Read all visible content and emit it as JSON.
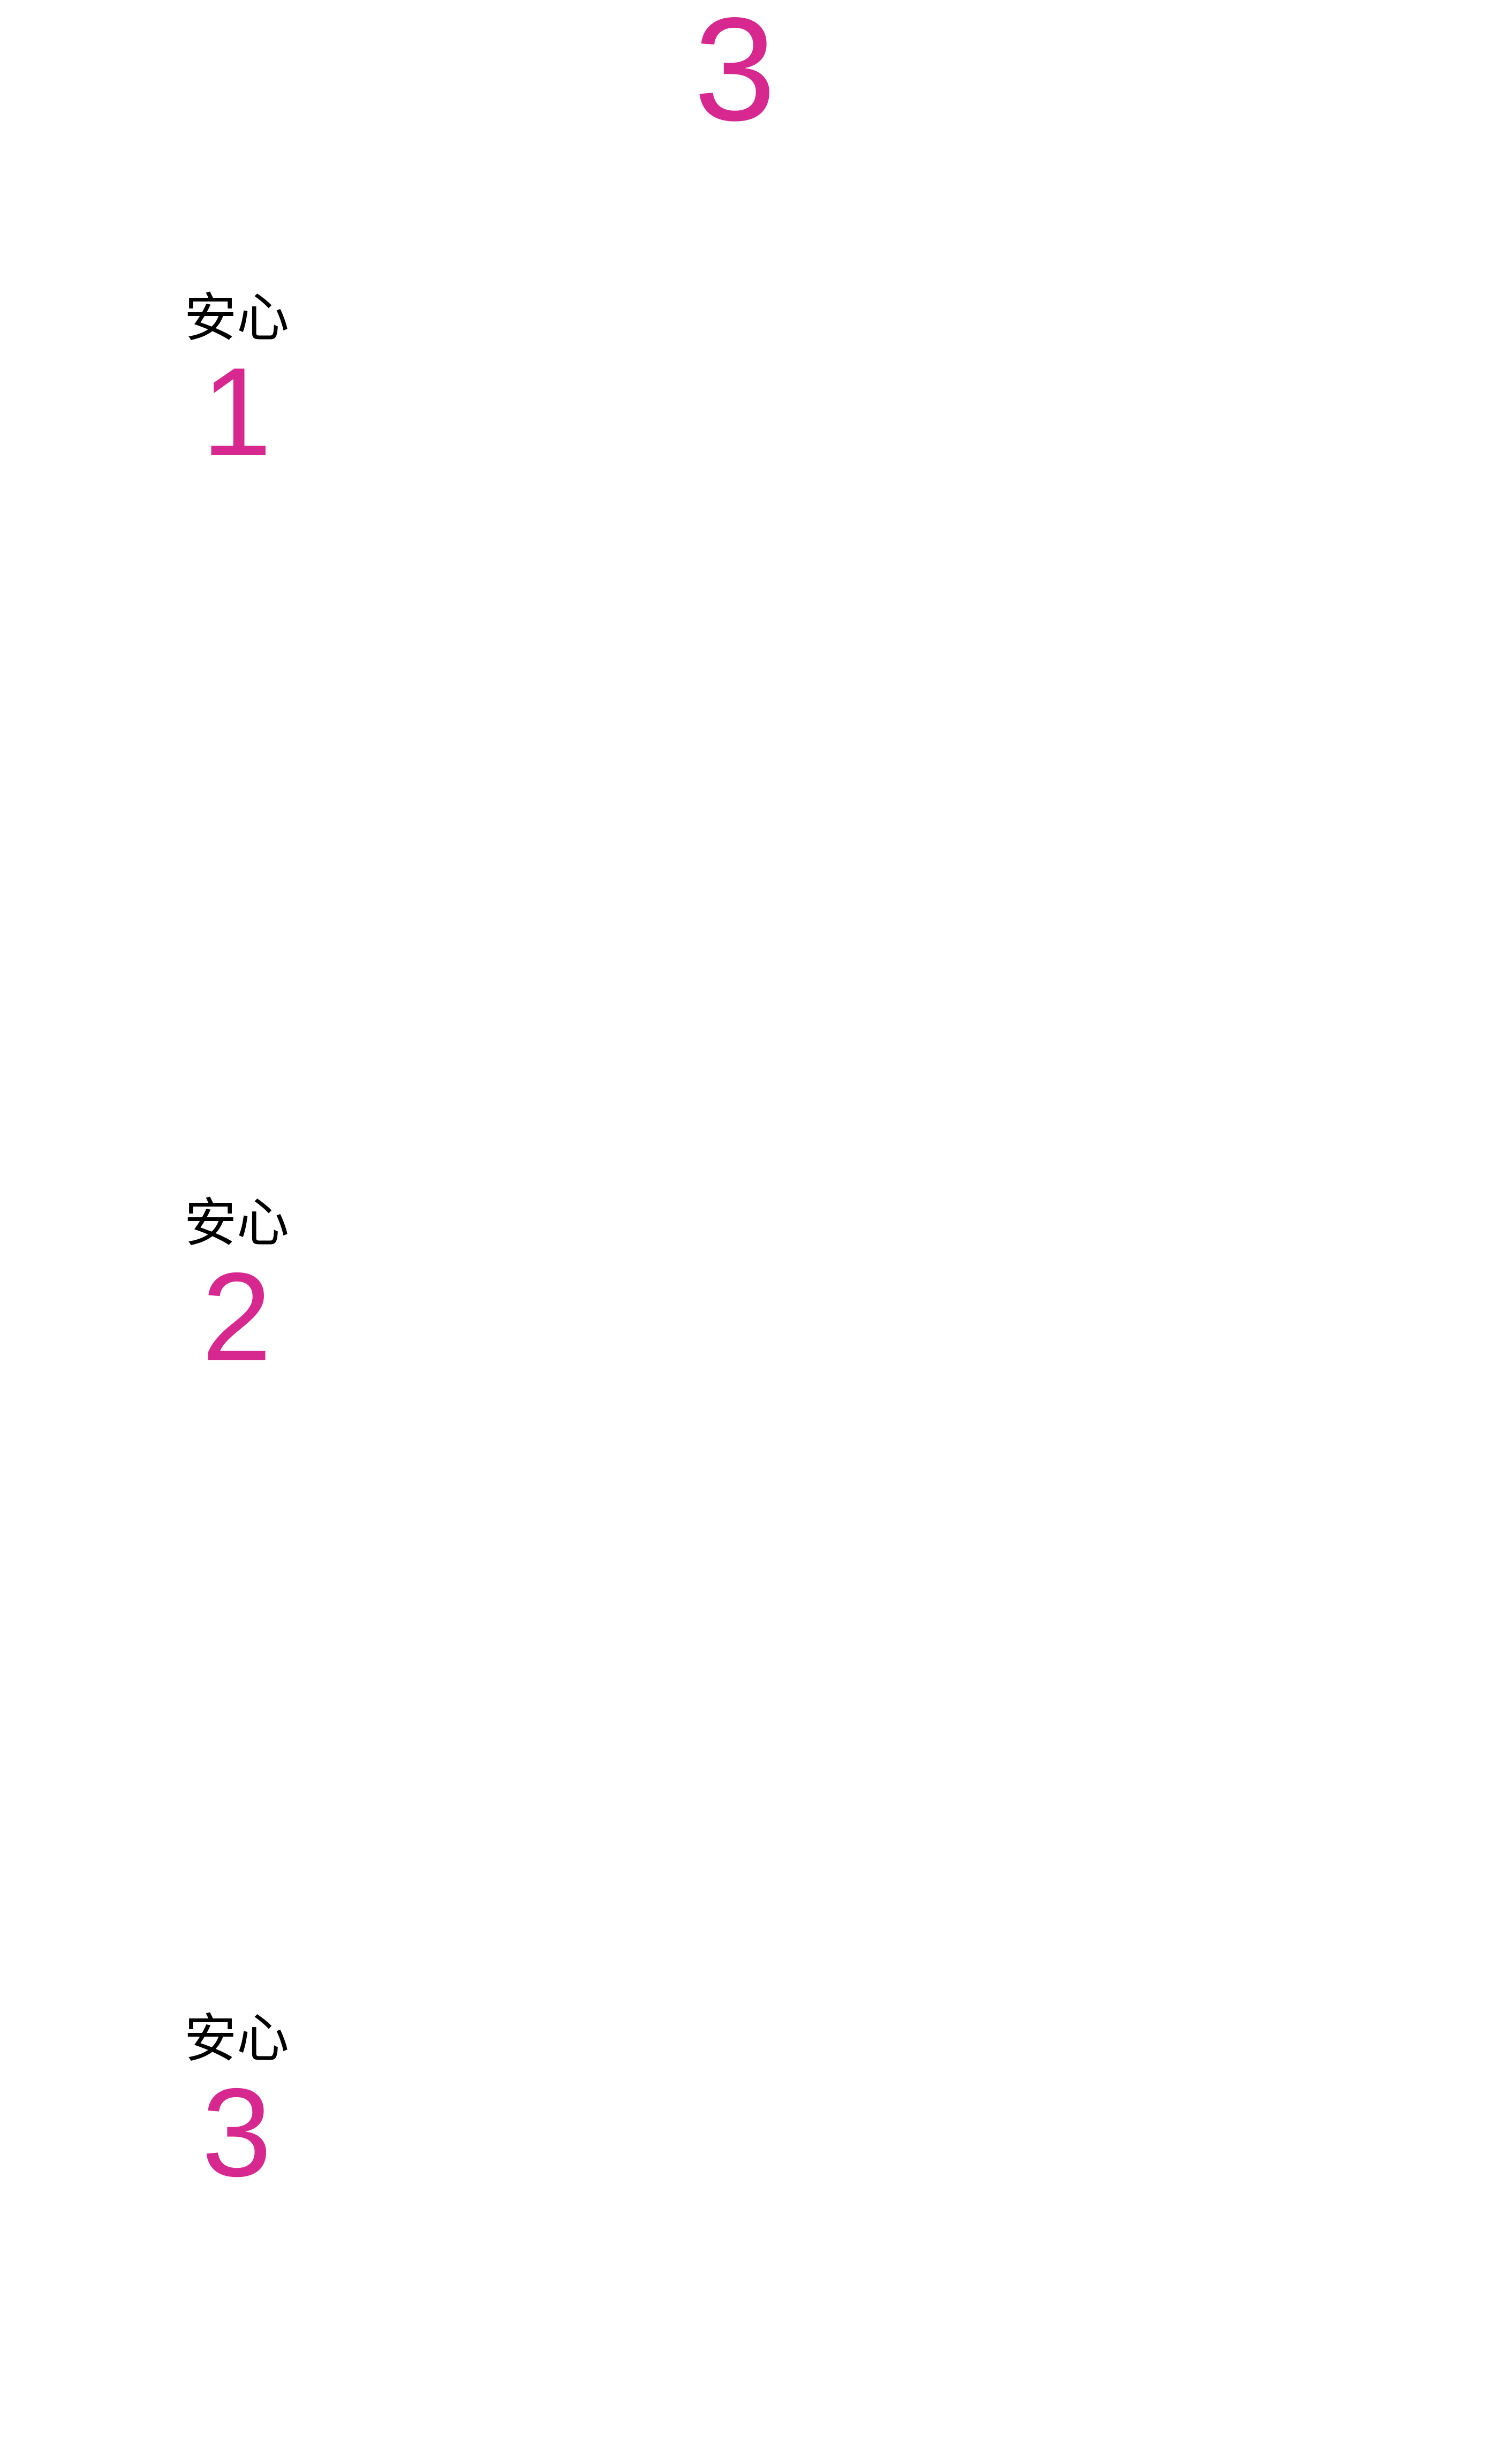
{
  "header": {
    "number": "3"
  },
  "items": [
    {
      "label": "安心",
      "number": "1"
    },
    {
      "label": "安心",
      "number": "2"
    },
    {
      "label": "安心",
      "number": "3"
    }
  ],
  "colors": {
    "accent": "#d6288f",
    "text": "#000000"
  }
}
